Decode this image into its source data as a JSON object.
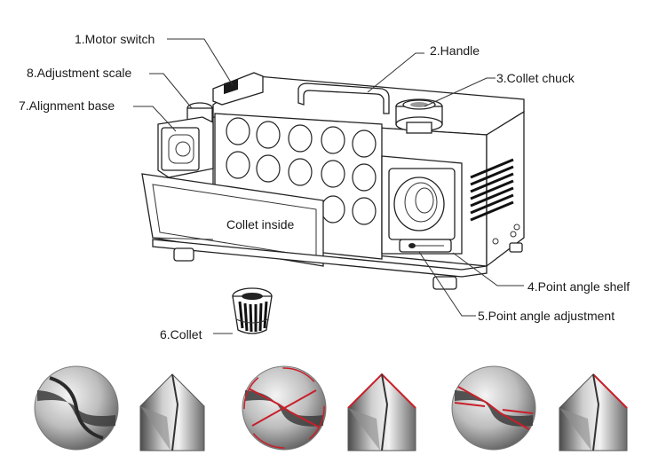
{
  "callouts": {
    "motor_switch": "1.Motor switch",
    "handle": "2.Handle",
    "collet_chuck": "3.Collet chuck",
    "point_angle_shelf": "4.Point angle shelf",
    "point_angle_adjustment": "5.Point angle adjustment",
    "collet": "6.Collet",
    "alignment_base": "7.Alignment base",
    "adjustment_scale": "8.Adjustment scale",
    "collet_inside": "Collet inside"
  },
  "drill_tips": [
    {
      "view": "top",
      "highlight": false
    },
    {
      "view": "side",
      "highlight": false
    },
    {
      "view": "top",
      "highlight": true
    },
    {
      "view": "side",
      "highlight": true
    },
    {
      "view": "top",
      "highlight": true
    },
    {
      "view": "side",
      "highlight": true
    }
  ],
  "colors": {
    "highlight": "#c8202a",
    "line": "#222222",
    "metal_light": "#e6e6e6",
    "metal_dark": "#5a5a5a"
  }
}
